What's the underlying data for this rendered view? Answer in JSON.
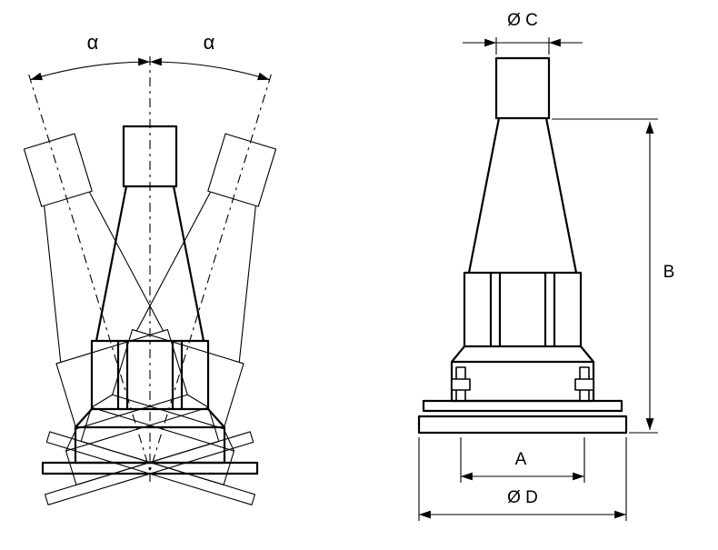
{
  "colors": {
    "background": "#ffffff",
    "line": "#000000"
  },
  "left_view": {
    "angle_label_left": "α",
    "angle_label_right": "α"
  },
  "right_view": {
    "top_diameter_label": "Ø C",
    "height_label": "B",
    "spacing_label": "A",
    "base_diameter_label": "Ø D"
  }
}
